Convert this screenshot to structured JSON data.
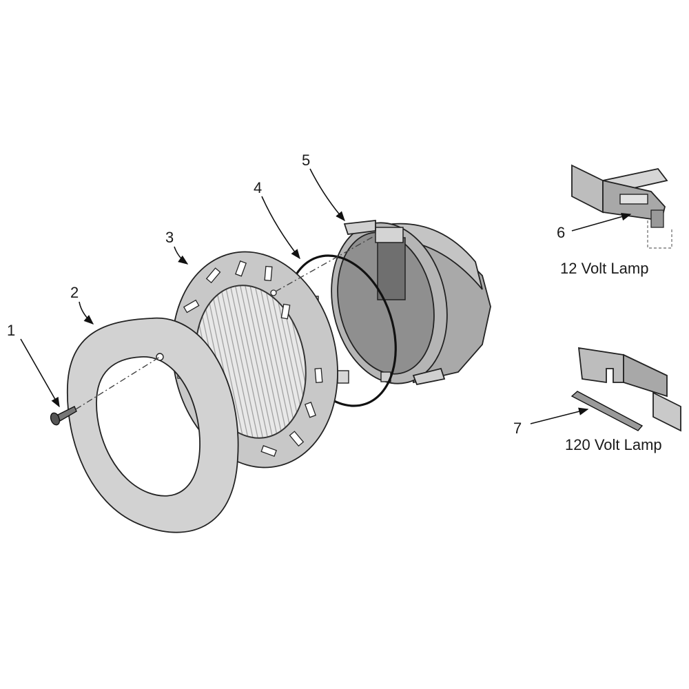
{
  "callouts": [
    {
      "number": "1",
      "part": "screw"
    },
    {
      "number": "2",
      "part": "face-ring"
    },
    {
      "number": "3",
      "part": "lens-assembly"
    },
    {
      "number": "4",
      "part": "gasket"
    },
    {
      "number": "5",
      "part": "housing"
    },
    {
      "number": "6",
      "part": "12v-lamp-socket"
    },
    {
      "number": "7",
      "part": "120v-lamp"
    }
  ],
  "captions": {
    "lamp_12v": "12 Volt Lamp",
    "lamp_120v": "120 Volt Lamp"
  },
  "colors": {
    "outline": "#222222",
    "ring_fill": "#cfcfcf",
    "lens_fill": "#e6e6e6",
    "housing_fill": "#b8b8b8",
    "housing_dark": "#8f8f8f",
    "bracket_fill": "#bdbdbd"
  }
}
